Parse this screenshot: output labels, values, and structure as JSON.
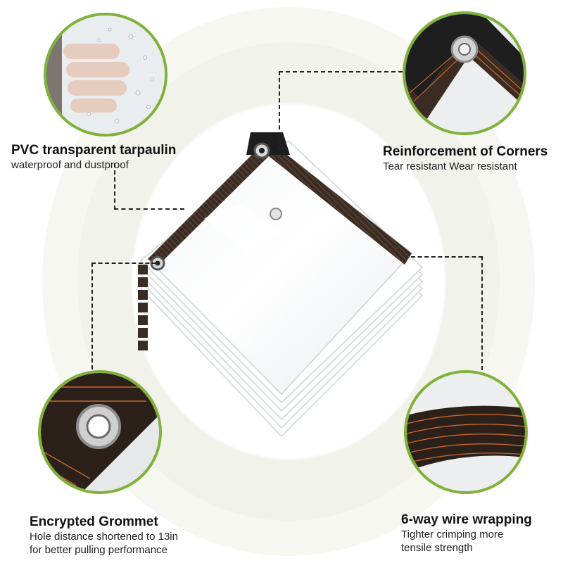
{
  "features": [
    {
      "title": "PVC transparent tarpaulin",
      "subtitle_lines": [
        "waterproof and dustproof"
      ],
      "icon": "hand-behind-wet-film-icon"
    },
    {
      "title": "Reinforcement of Corners",
      "subtitle_lines": [
        "Tear resistant Wear resistant"
      ],
      "icon": "corner-grommet-icon"
    },
    {
      "title": "Encrypted Grommet",
      "subtitle_lines": [
        "Hole distance shortened to 13in",
        "for better pulling performance"
      ],
      "icon": "grommet-closeup-icon"
    },
    {
      "title": "6-way wire wrapping",
      "subtitle_lines": [
        "Tighter crimping more",
        "tensile strength"
      ],
      "icon": "woven-edge-icon"
    }
  ],
  "colors": {
    "accent_ring": "#7fb23a",
    "edge_band": "#3a2c22",
    "stitch": "#c8672a"
  }
}
